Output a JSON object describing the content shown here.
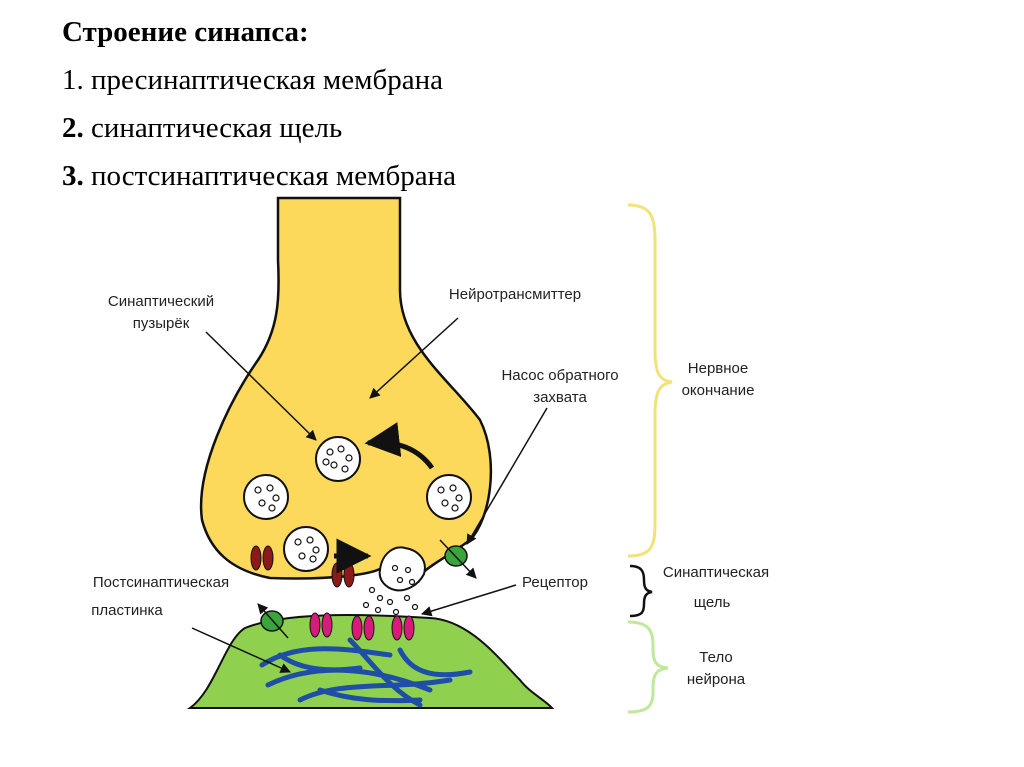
{
  "title": {
    "heading": "Строение синапса:",
    "items": [
      {
        "num": "1.",
        "text": "пресинаптическая мембрана"
      },
      {
        "num": "2.",
        "text": "синаптическая щель"
      },
      {
        "num": "3.",
        "text": "постсинаптическая мембрана"
      }
    ]
  },
  "labels": {
    "vesicle": [
      "Синаптический",
      "пузырёк"
    ],
    "neurotransmitter": "Нейротрансмиттер",
    "reuptake_pump": [
      "Насос обратного",
      "захвата"
    ],
    "nerve_ending": [
      "Нервное",
      "окончание"
    ],
    "cleft": [
      "Синаптическая",
      "щель"
    ],
    "receptor": "Рецептор",
    "postsynaptic_plate": [
      "Постсинаптическая",
      "пластинка"
    ],
    "neuron_body": [
      "Тело",
      "нейрона"
    ]
  },
  "colors": {
    "terminal": "#fcd95a",
    "neuron": "#8fd14f",
    "receptor": "#d81b7a",
    "channel": "#8b1a1a",
    "pump": "#3aa53a",
    "filament": "#1e4ea8",
    "brace_yellow": "#f2e27a",
    "brace_green": "#bfe89a"
  }
}
